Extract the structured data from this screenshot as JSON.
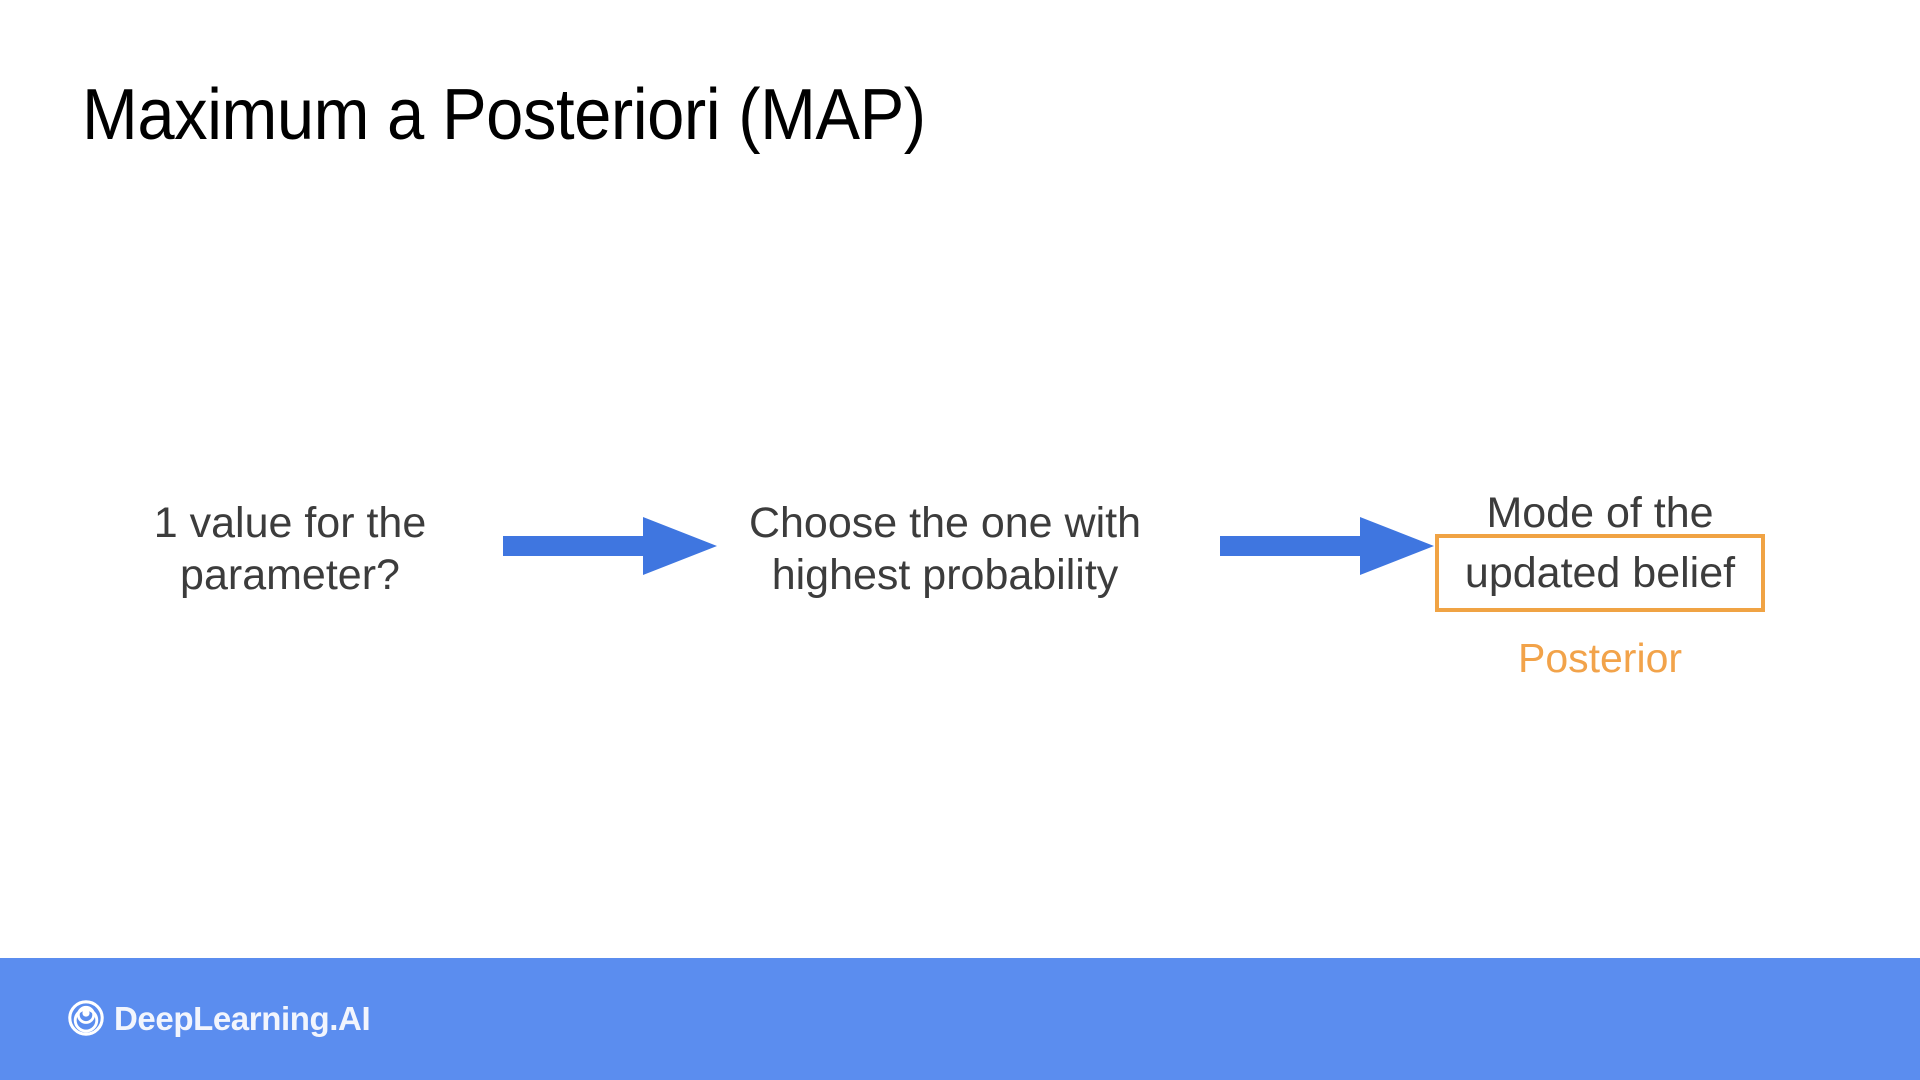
{
  "slide": {
    "title": "Maximum a Posteriori (MAP)",
    "background_color": "#ffffff"
  },
  "flow": {
    "steps": [
      {
        "id": "question",
        "text": "1 value for the\nparameter?",
        "color": "#3c3c3c"
      },
      {
        "id": "method",
        "text": "Choose the one with\nhighest probability",
        "color": "#3c3c3c"
      },
      {
        "id": "result",
        "line_1": "Mode of the",
        "line_2": "updated belief",
        "caption": "Posterior",
        "color": "#3c3c3c",
        "highlight_color": "#f0a344",
        "caption_color": "#f2a34a"
      }
    ],
    "arrows": [
      {
        "id": "arrow-1",
        "direction": "right",
        "color": "#3f76e0"
      },
      {
        "id": "arrow-2",
        "direction": "right",
        "color": "#3f76e0"
      }
    ]
  },
  "footer": {
    "brand_name": "DeepLearning.AI",
    "brand_icon": "deeplearning-spiral-icon",
    "band_color": "#5b8def",
    "text_color": "#f2f5fd"
  }
}
